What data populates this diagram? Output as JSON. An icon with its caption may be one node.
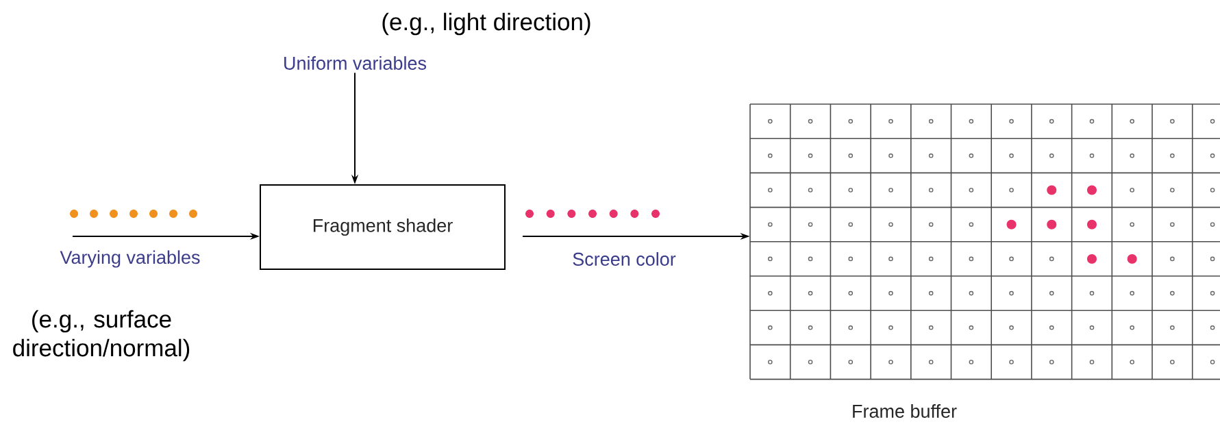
{
  "diagram": {
    "nodes": [
      {
        "text": [
          "Uniform variables"
        ]
      },
      {
        "text": [
          "Fragment shader"
        ]
      },
      {
        "text": [
          "Frame buffer"
        ]
      }
    ],
    "edges": [
      {
        "from": 0,
        "to": 1,
        "arrow": "to"
      },
      {
        "from": null,
        "to": 1,
        "arrow": "to",
        "label": "Varying variables"
      },
      {
        "from": 1,
        "to": 2,
        "arrow": "to",
        "label": "Screen color"
      }
    ],
    "labels": [
      "(e.g., light direction)",
      "(e.g., surface direction/normal)"
    ]
  }
}
